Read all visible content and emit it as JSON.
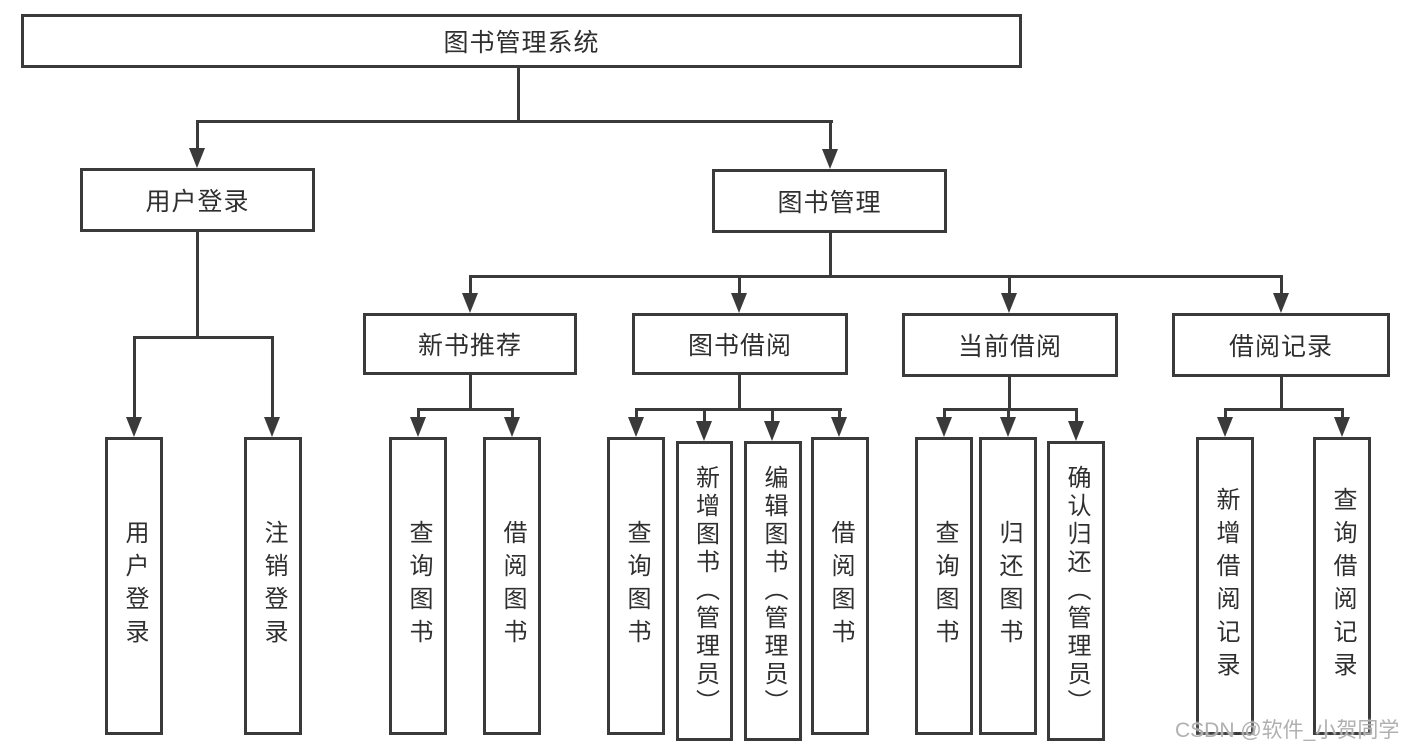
{
  "diagram_title": "图书管理系统",
  "colors": {
    "line": "#3a3a3a",
    "text": "#2f2f2f",
    "background": "#ffffff",
    "watermark": "#b0b0b0"
  },
  "watermark": {
    "text": "CSDN @软件_小贺同学"
  },
  "tree": {
    "root": {
      "label": "图书管理系统",
      "children": [
        {
          "label": "用户登录",
          "children": [
            {
              "label": "用户登录"
            },
            {
              "label": "注销登录"
            }
          ]
        },
        {
          "label": "图书管理",
          "children": [
            {
              "label": "新书推荐",
              "children": [
                {
                  "label": "查询图书"
                },
                {
                  "label": "借阅图书"
                }
              ]
            },
            {
              "label": "图书借阅",
              "children": [
                {
                  "label": "查询图书"
                },
                {
                  "label": "新增图书（管理员）"
                },
                {
                  "label": "编辑图书（管理员）"
                },
                {
                  "label": "借阅图书"
                }
              ]
            },
            {
              "label": "当前借阅",
              "children": [
                {
                  "label": "查询图书"
                },
                {
                  "label": "归还图书"
                },
                {
                  "label": "确认归还（管理员）"
                }
              ]
            },
            {
              "label": "借阅记录",
              "children": [
                {
                  "label": "新增借阅记录"
                },
                {
                  "label": "查询借阅记录"
                }
              ]
            }
          ]
        }
      ]
    }
  }
}
